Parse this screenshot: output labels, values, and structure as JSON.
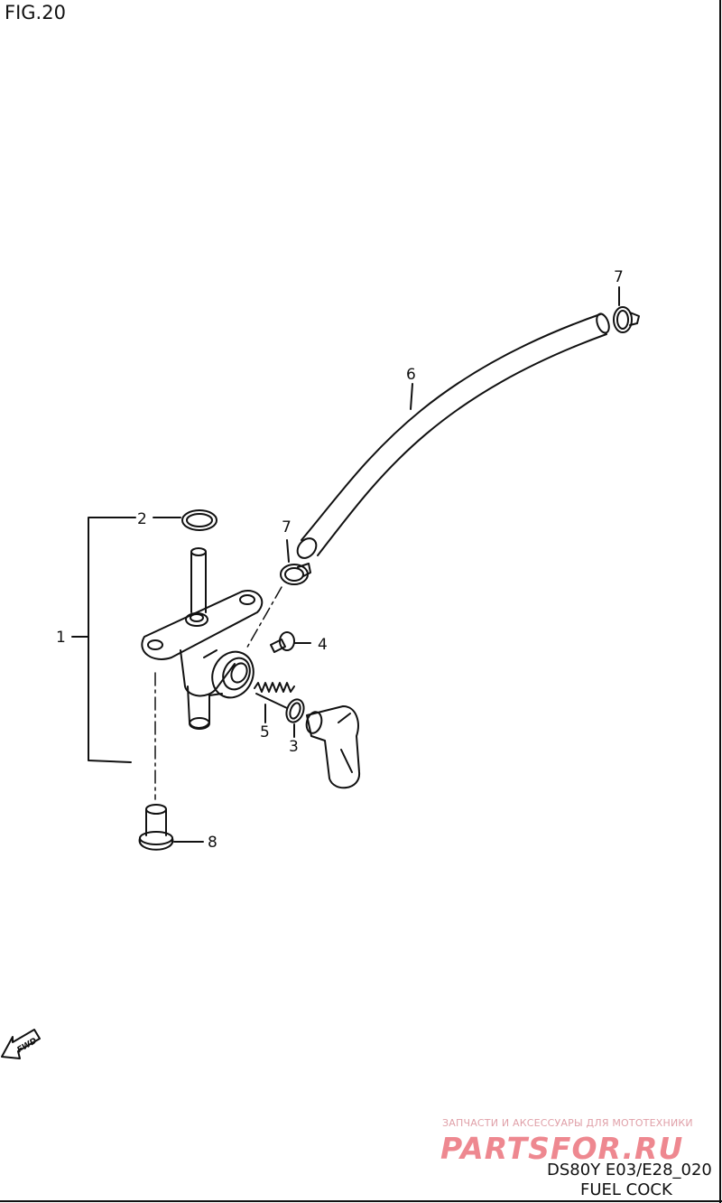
{
  "figure": {
    "title": "FIG.20",
    "model_code": "DS80Y E03/E28_020",
    "part_name": "FUEL COCK"
  },
  "callouts": [
    "1",
    "2",
    "3",
    "4",
    "5",
    "6",
    "7",
    "7",
    "8"
  ],
  "fwd_label": "FWD",
  "watermark": {
    "tagline": "ЗАПЧАСТИ И АКСЕССУАРЫ ДЛЯ МОТОТЕХНИКИ",
    "logo": "PARTSFOR.RU"
  }
}
